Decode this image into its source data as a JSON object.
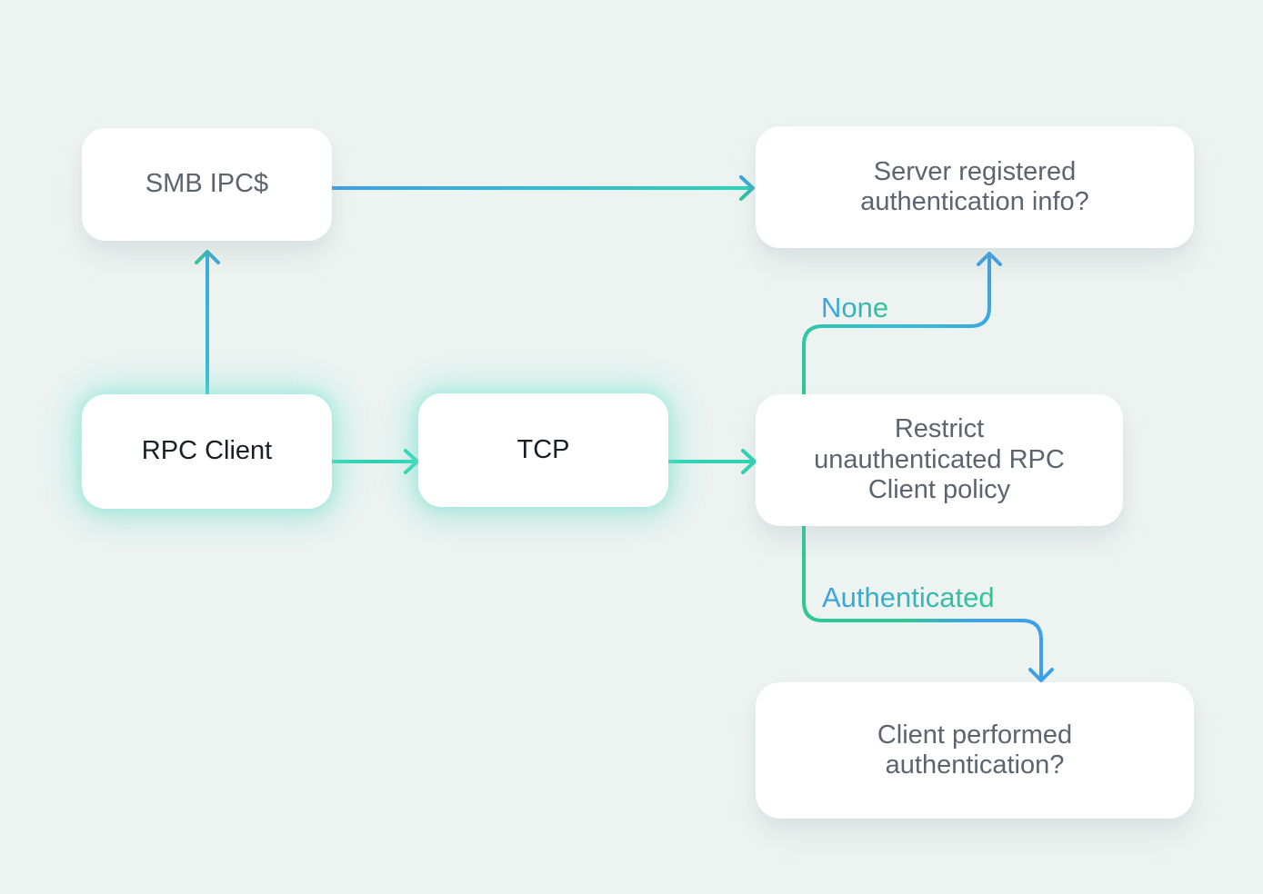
{
  "colors": {
    "background": "#edf3f1",
    "node_fill": "#ffffff",
    "node_text_gray": "#5b6570",
    "node_text_dark": "#181f27",
    "edge_green": "#2ed3b4",
    "edge_cyan": "#38bcd4",
    "edge_blue": "#3da0e8",
    "label_green": "#2fc795",
    "glow": "#6ee7d2"
  },
  "nodes": [
    {
      "id": "smb-ipc",
      "label": "SMB IPC$",
      "highlighted": false
    },
    {
      "id": "server-registered-auth-info",
      "label": "Server registered authentication info?",
      "highlighted": false
    },
    {
      "id": "rpc-client",
      "label": "RPC Client",
      "highlighted": true
    },
    {
      "id": "tcp",
      "label": "TCP",
      "highlighted": true
    },
    {
      "id": "restrict-unauth-rpc-policy",
      "label": "Restrict unauthenticated RPC Client policy",
      "highlighted": false
    },
    {
      "id": "client-performed-auth",
      "label": "Client performed authentication?",
      "highlighted": false
    }
  ],
  "edges": [
    {
      "from": "rpc-client",
      "to": "smb-ipc",
      "label": ""
    },
    {
      "from": "smb-ipc",
      "to": "server-registered-auth-info",
      "label": ""
    },
    {
      "from": "rpc-client",
      "to": "tcp",
      "label": ""
    },
    {
      "from": "tcp",
      "to": "restrict-unauth-rpc-policy",
      "label": ""
    },
    {
      "from": "restrict-unauth-rpc-policy",
      "to": "server-registered-auth-info",
      "label": "None"
    },
    {
      "from": "restrict-unauth-rpc-policy",
      "to": "client-performed-auth",
      "label": "Authenticated"
    }
  ]
}
